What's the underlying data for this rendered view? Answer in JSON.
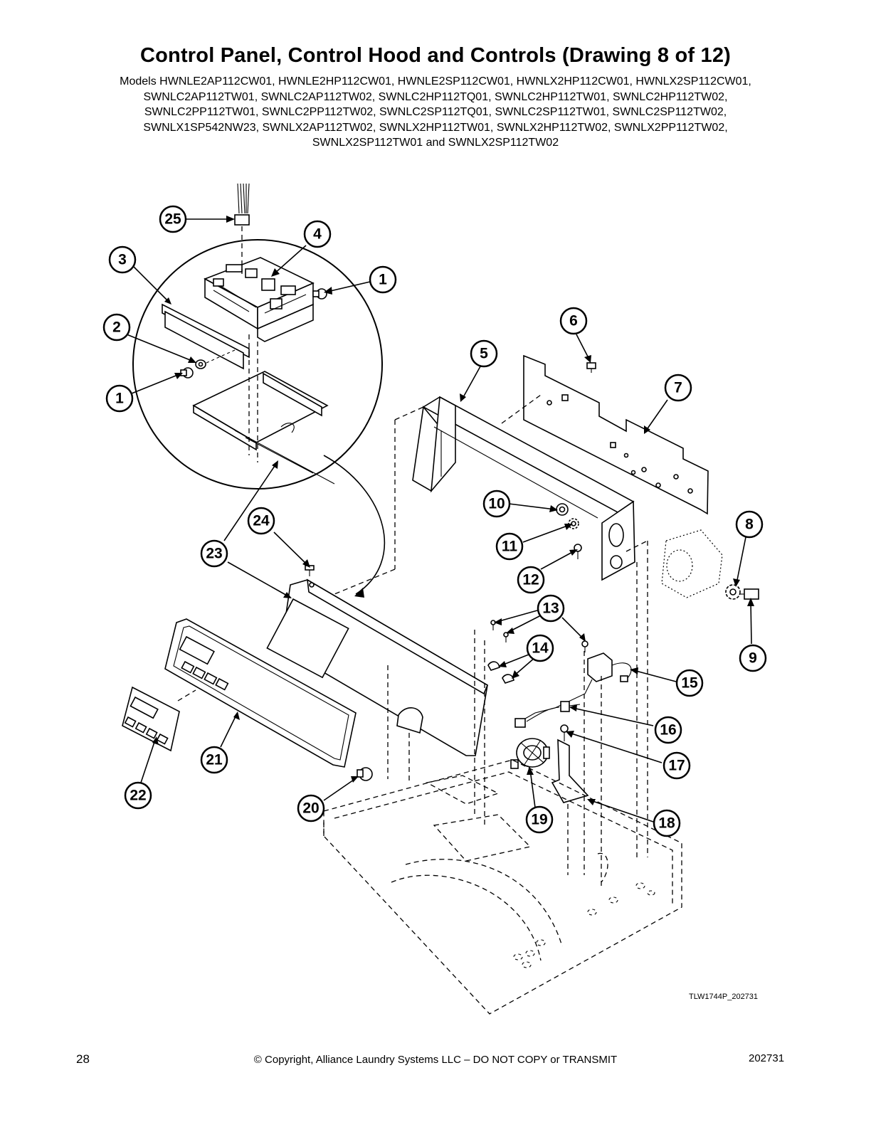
{
  "header": {
    "title": "Control Panel, Control Hood and Controls (Drawing 8 of 12)",
    "model_lines": [
      "Models HWNLE2AP112CW01, HWNLE2HP112CW01, HWNLE2SP112CW01, HWNLX2HP112CW01, HWNLX2SP112CW01,",
      "SWNLC2AP112TW01, SWNLC2AP112TW02, SWNLC2HP112TQ01, SWNLC2HP112TW01, SWNLC2HP112TW02,",
      "SWNLC2PP112TW01, SWNLC2PP112TW02, SWNLC2SP112TQ01, SWNLC2SP112TW01, SWNLC2SP112TW02,",
      "SWNLX1SP542NW23, SWNLX2AP112TW02, SWNLX2HP112TW01, SWNLX2HP112TW02, SWNLX2PP112TW02,",
      "SWNLX2SP112TW01 and SWNLX2SP112TW02"
    ]
  },
  "diagram": {
    "callouts": [
      "25",
      "4",
      "3",
      "1",
      "2",
      "1",
      "6",
      "5",
      "7",
      "10",
      "8",
      "11",
      "24",
      "12",
      "23",
      "13",
      "9",
      "14",
      "15",
      "16",
      "17",
      "21",
      "22",
      "19",
      "20",
      "18"
    ],
    "drawing_id": "TLW1744P_202731"
  },
  "footer": {
    "page_number": "28",
    "copyright": "© Copyright, Alliance Laundry Systems LLC – DO NOT COPY or TRANSMIT",
    "doc_number": "202731"
  }
}
